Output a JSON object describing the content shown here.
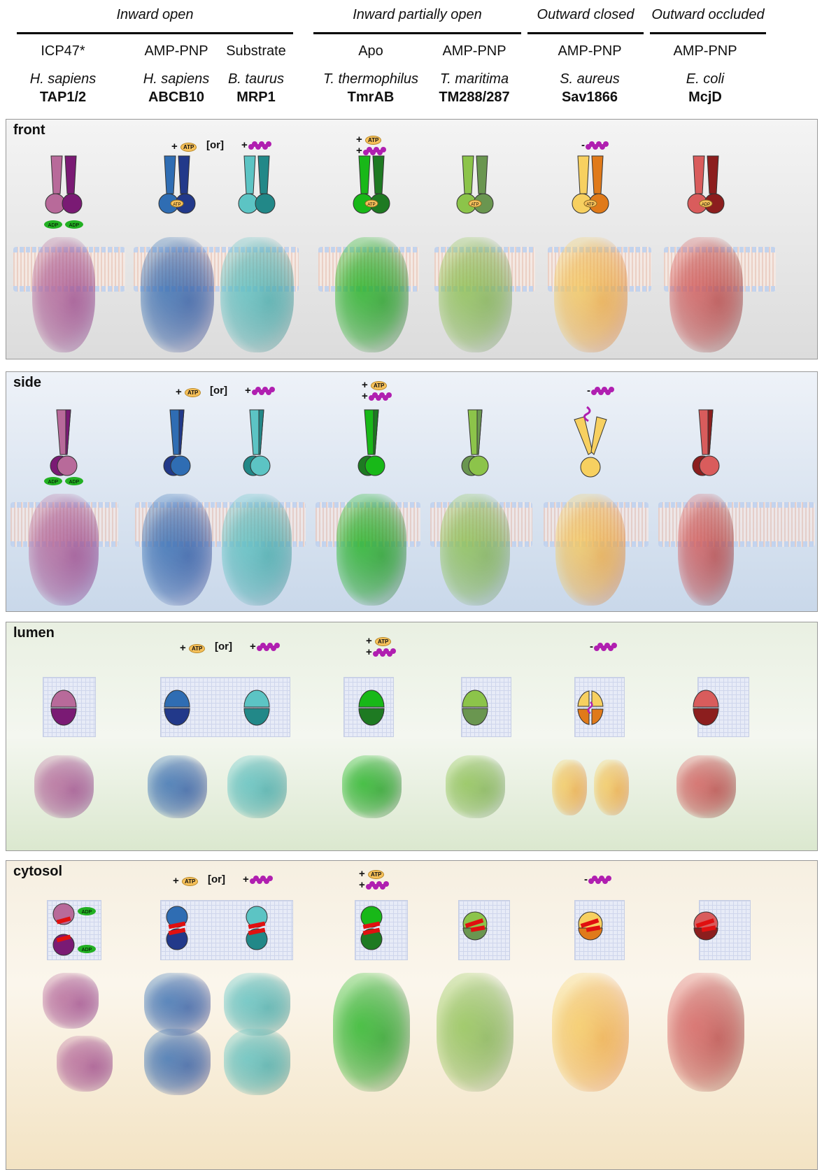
{
  "groups": [
    {
      "label": "Inward open"
    },
    {
      "label": "Inward partially open"
    },
    {
      "label": "Outward closed"
    },
    {
      "label": "Outward occluded"
    }
  ],
  "columns": [
    {
      "ligand": "ICP47*",
      "species": "H. sapiens",
      "protein": "TAP1/2",
      "color1": "#b86a9a",
      "color2": "#7a1a74"
    },
    {
      "ligand": "AMP-PNP",
      "species": "H. sapiens",
      "protein": "ABCB10",
      "color1": "#2f6db3",
      "color2": "#22398a"
    },
    {
      "ligand": "Substrate",
      "species": "B. taurus",
      "protein": "MRP1",
      "color1": "#5cc4c4",
      "color2": "#228888"
    },
    {
      "ligand": "Apo",
      "species": "T. thermophilus",
      "protein": "TmrAB",
      "color1": "#18b818",
      "color2": "#1e7a22"
    },
    {
      "ligand": "AMP-PNP",
      "species": "T. maritima",
      "protein": "TM288/287",
      "color1": "#8cc44a",
      "color2": "#6a9650"
    },
    {
      "ligand": "AMP-PNP",
      "species": "S. aureus",
      "protein": "Sav1866",
      "color1": "#f7d060",
      "color2": "#e07a1a"
    },
    {
      "ligand": "AMP-PNP",
      "species": "E. coli",
      "protein": "McjD",
      "color1": "#d95c5c",
      "color2": "#8c1e1e"
    }
  ],
  "panels": [
    {
      "title": "front"
    },
    {
      "title": "side"
    },
    {
      "title": "lumen"
    },
    {
      "title": "cytosol"
    }
  ],
  "labels": {
    "plus": "+",
    "minus": "-",
    "or": "[or]",
    "atp": "ATP",
    "adp": "ADP"
  },
  "colors": {
    "atp": "#f7c15a",
    "adp": "#22b022",
    "substrate": "#b01fb0",
    "helix": "#e01010"
  },
  "icons": [
    "atp-icon",
    "adp-icon",
    "substrate-peptide-icon",
    "membrane-icon"
  ]
}
